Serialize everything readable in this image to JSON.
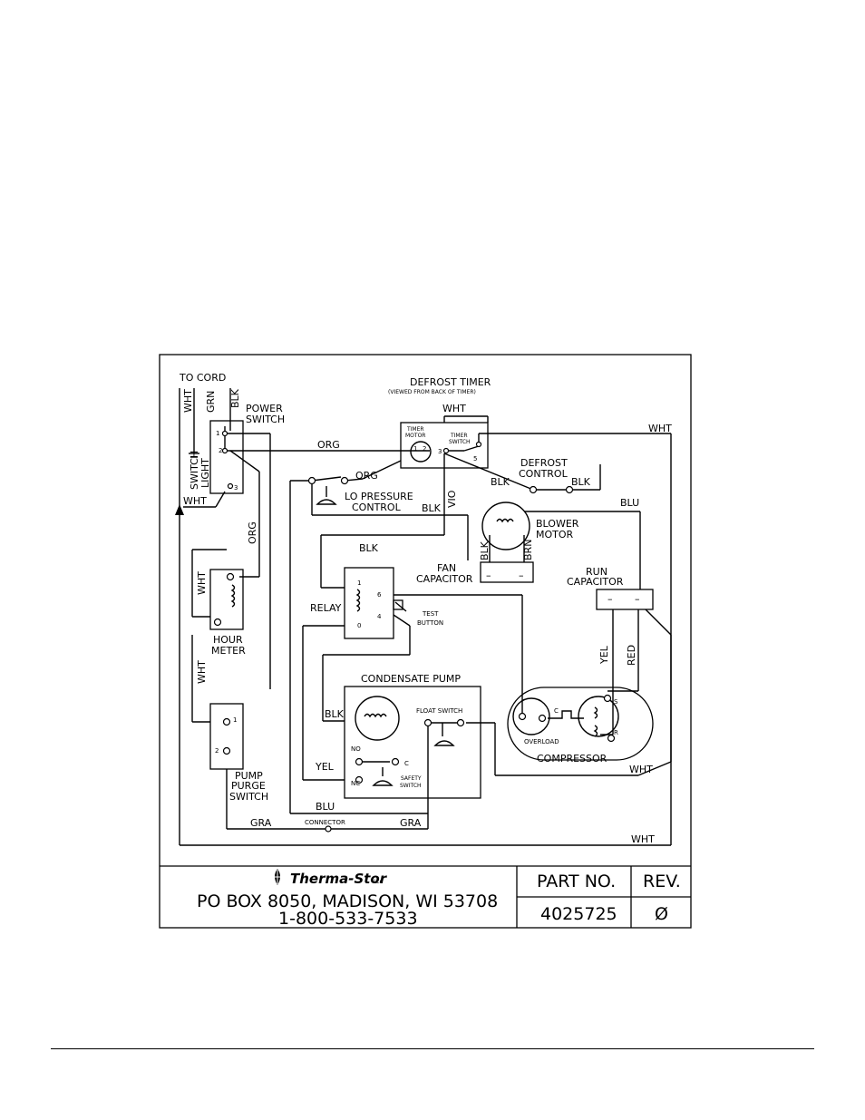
{
  "labels": {
    "to_cord": "TO CORD",
    "wht": "WHT",
    "grn": "GRN",
    "blk": "BLK",
    "org": "ORG",
    "vio": "VIO",
    "blu": "BLU",
    "brn": "BRN",
    "yel": "YEL",
    "red": "RED",
    "gra": "GRA",
    "power_switch_1": "POWER",
    "power_switch_2": "SWITCH",
    "switch_light_1": "SWITCH",
    "switch_light_2": "LIGHT",
    "defrost_timer": "DEFROST TIMER",
    "defrost_timer_note": "(VIEWED FROM BACK OF TIMER)",
    "timer_motor_1": "TIMER",
    "timer_motor_2": "MOTOR",
    "timer_switch_1": "TIMER",
    "timer_switch_2": "SWITCH",
    "defrost_control_1": "DEFROST",
    "defrost_control_2": "CONTROL",
    "lo_pressure_1": "LO PRESSURE",
    "lo_pressure_2": "CONTROL",
    "blower_motor_1": "BLOWER",
    "blower_motor_2": "MOTOR",
    "fan_capacitor_1": "FAN",
    "fan_capacitor_2": "CAPACITOR",
    "run_capacitor_1": "RUN",
    "run_capacitor_2": "CAPACITOR",
    "relay": "RELAY",
    "test_button_1": "TEST",
    "test_button_2": "BUTTON",
    "hour_meter_1": "HOUR",
    "hour_meter_2": "METER",
    "condensate_pump": "CONDENSATE PUMP",
    "float_switch": "FLOAT SWITCH",
    "safety_switch_1": "SAFETY",
    "safety_switch_2": "SWITCH",
    "no": "NO",
    "nc": "NC",
    "c": "C",
    "s": "S",
    "r": "R",
    "overload": "OVERLOAD",
    "compressor": "COMPRESSOR",
    "pump_purge_1": "PUMP",
    "pump_purge_2": "PURGE",
    "pump_purge_3": "SWITCH",
    "connector": "CONNECTOR",
    "minus": "–",
    "n1": "1",
    "n2": "2",
    "n3": "3",
    "n4": "4",
    "n5": "5",
    "n6": "6",
    "n0": "0"
  },
  "title_block": {
    "brand": "Therma-Stor",
    "brand_suffix": "LLC",
    "address": "PO BOX 8050, MADISON, WI  53708",
    "phone": "1-800-533-7533",
    "part_no_label": "PART NO.",
    "rev_label": "REV.",
    "part_no": "4025725",
    "rev": "Ø"
  }
}
